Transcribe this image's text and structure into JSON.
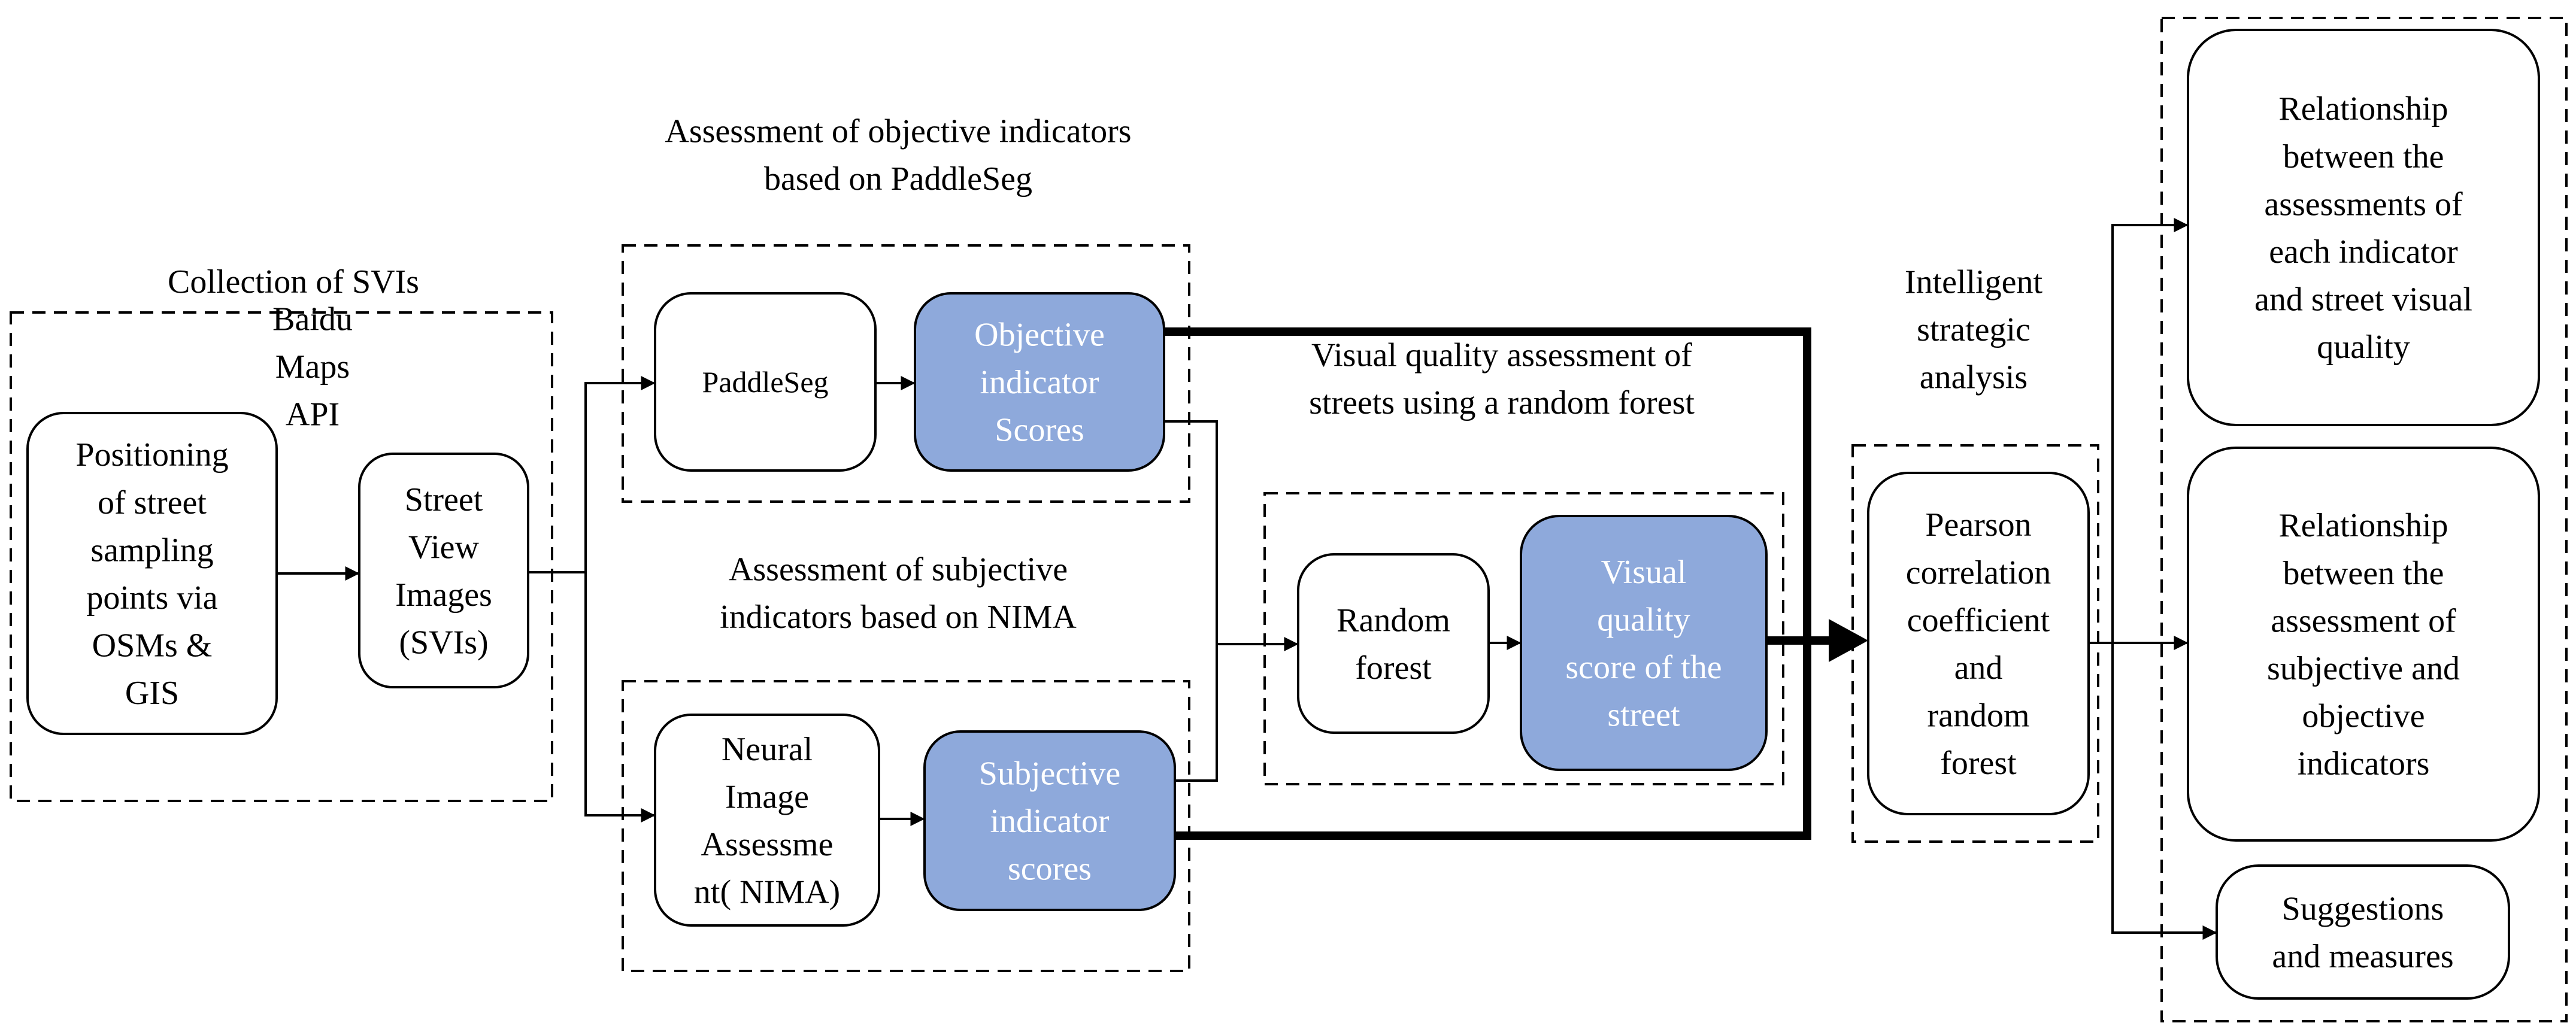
{
  "colors": {
    "node_fill": "#8ea9db",
    "node_stroke": "#000000",
    "background": "#ffffff"
  },
  "groups": {
    "collection": {
      "title": [
        "Collection of SVIs"
      ]
    },
    "objective": {
      "title": [
        "Assessment of objective indicators",
        "based on PaddleSeg"
      ]
    },
    "subjective": {
      "title": [
        "Assessment of subjective",
        "indicators based on NIMA"
      ]
    },
    "random_forest": {
      "title": [
        "Visual quality assessment of",
        "streets using a random forest"
      ]
    },
    "strategic": {
      "title": [
        "Intelligent",
        "strategic",
        "analysis"
      ]
    }
  },
  "labels": {
    "baidu": [
      "Baidu",
      "Maps",
      "API"
    ]
  },
  "nodes": {
    "positioning": [
      "Positioning",
      "of street",
      "sampling",
      "points via",
      "OSMs &",
      "GIS"
    ],
    "street_view": [
      "Street",
      "View",
      "Images",
      "(SVIs)"
    ],
    "paddleseg": [
      "PaddleSeg"
    ],
    "objective_scores": [
      "Objective",
      "indicator",
      "Scores"
    ],
    "nima": [
      "Neural",
      "Image",
      "Assessme",
      "nt( NIMA)"
    ],
    "subjective_scores": [
      "Subjective",
      "indicator",
      "scores"
    ],
    "random_forest": [
      "Random",
      "forest"
    ],
    "visual_quality": [
      "Visual",
      "quality",
      "score of the",
      "street"
    ],
    "pearson": [
      "Pearson",
      "correlation",
      "coefficient",
      "and",
      "random",
      "forest"
    ],
    "relationship_each": [
      "Relationship",
      "between the",
      "assessments of",
      "each indicator",
      "and street visual",
      "quality"
    ],
    "relationship_subj_obj": [
      "Relationship",
      "between the",
      "assessment of",
      "subjective and",
      "objective",
      "indicators"
    ],
    "suggestions": [
      "Suggestions",
      "and measures"
    ]
  }
}
